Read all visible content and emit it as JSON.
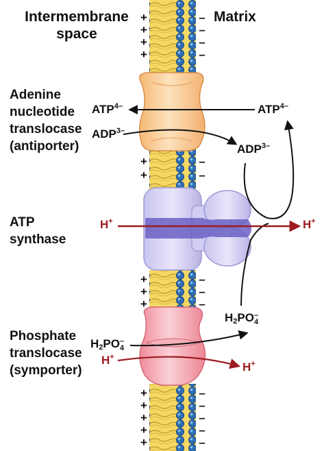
{
  "labels": {
    "intermembrane_space": [
      "Intermembrane",
      "space"
    ],
    "matrix": "Matrix",
    "adenine_translocase": [
      "Adenine",
      "nucleotide",
      "translocase",
      "(antiporter)"
    ],
    "atp_synthase": [
      "ATP",
      "synthase"
    ],
    "phosphate_translocase": [
      "Phosphate",
      "translocase",
      "(symporter)"
    ]
  },
  "species": {
    "atp_left": {
      "base": "ATP",
      "charge": "4–"
    },
    "atp_right": {
      "base": "ATP",
      "charge": "4–"
    },
    "adp_left": {
      "base": "ADP",
      "charge": "3–"
    },
    "adp_right": {
      "base": "ADP",
      "charge": "3–"
    },
    "h_synthase_left": {
      "base": "H",
      "charge": "+"
    },
    "h_synthase_right": {
      "base": "H",
      "charge": "+"
    },
    "h2po4_left": {
      "h": "H",
      "sub2": "2",
      "po": "PO",
      "sub4": "4",
      "charge": "–"
    },
    "h2po4_right": {
      "h": "H",
      "sub2": "2",
      "po": "PO",
      "sub4": "4",
      "charge": "–"
    },
    "h_symporter_left": {
      "base": "H",
      "charge": "+"
    },
    "h_symporter_right": {
      "base": "H",
      "charge": "+"
    }
  },
  "signs": {
    "positive": "+",
    "negative": "–"
  },
  "colors": {
    "membrane_core": "#f1d35a",
    "head_group": "#2f6fb3",
    "antiporter": "#f8c98f",
    "atp_synthase": "#bdb8e6",
    "atp_synthase_core": "#6a62c4",
    "symporter": "#f3a2ad",
    "proton_arrow": "#9b1b20",
    "arrow": "#111111"
  }
}
